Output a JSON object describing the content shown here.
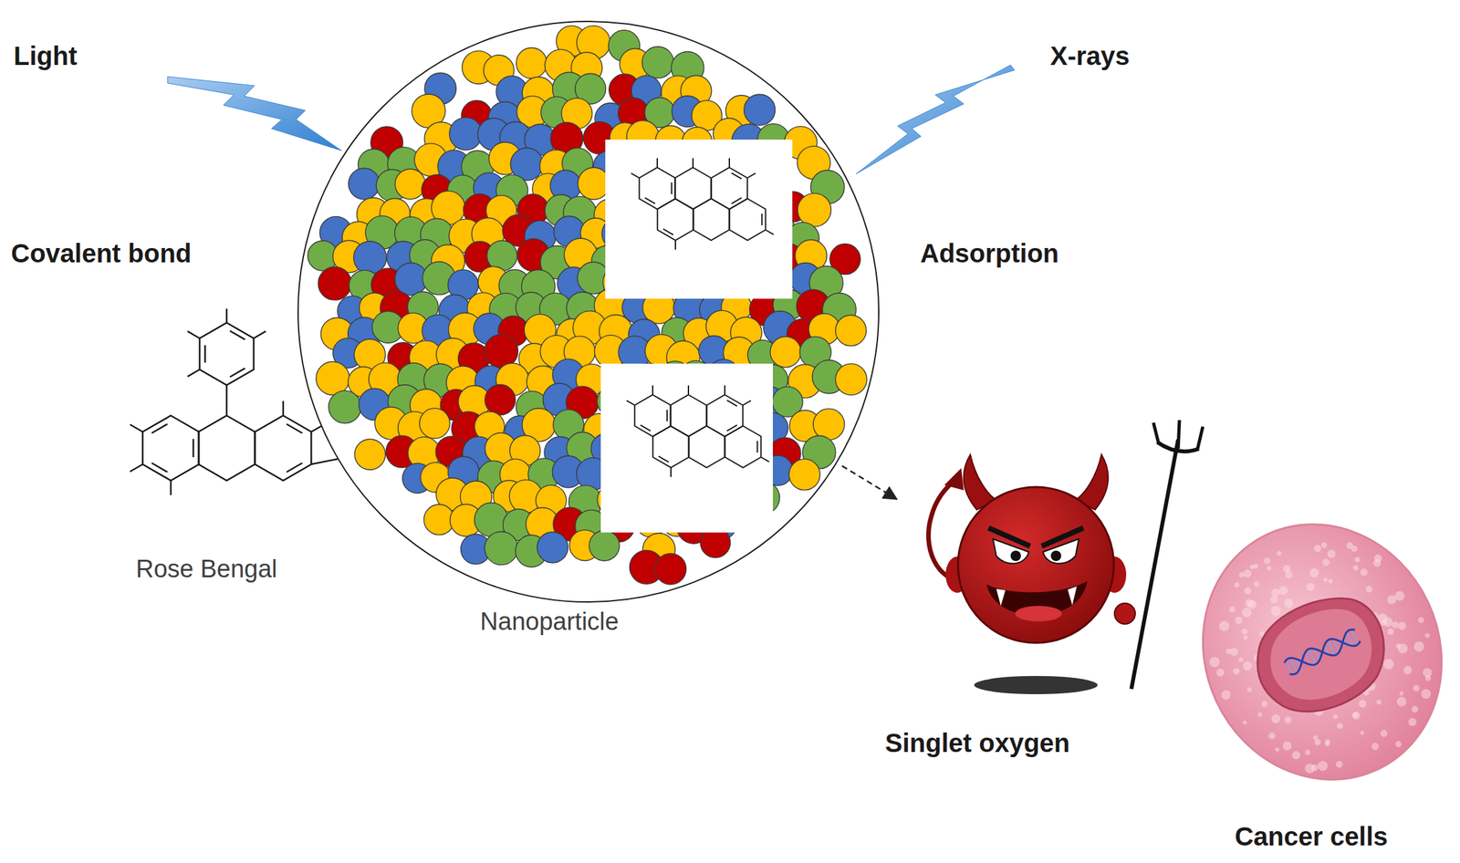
{
  "diagram": {
    "nodes": [
      {
        "text": [
          "Nanoparticle"
        ]
      },
      {
        "text": [
          "Singlet oxygen"
        ]
      }
    ],
    "edges": [
      {
        "from": 0,
        "to": 1,
        "arrow": "to"
      }
    ],
    "labels": [
      "Light",
      "X-rays",
      "Covalent bond",
      "Adsorption",
      "Rose Bengal",
      "Cancer cells"
    ]
  }
}
